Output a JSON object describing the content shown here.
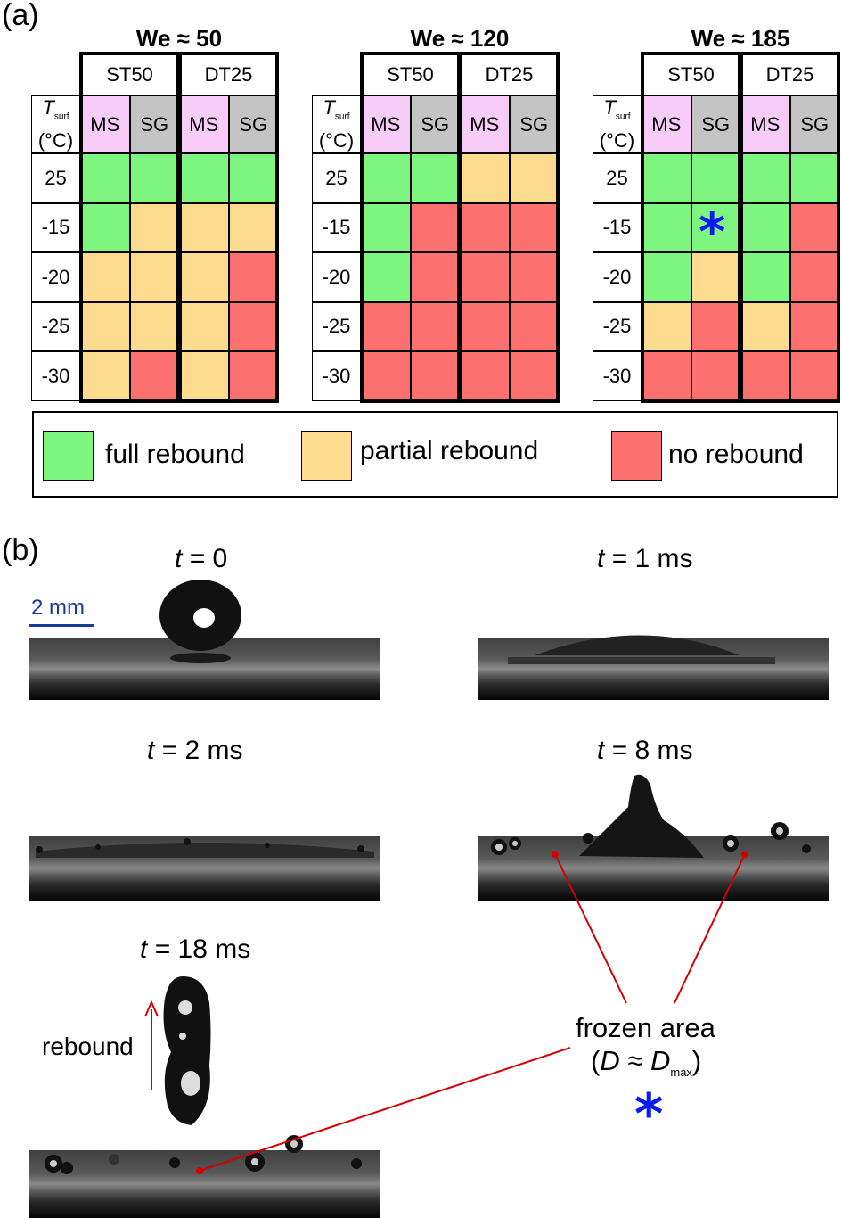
{
  "panel_a": {
    "label": "(a)",
    "row_header_t": "T",
    "row_header_sub": "surf",
    "row_header_unit": "(°C)",
    "rows": [
      "25",
      "-15",
      "-20",
      "-25",
      "-30"
    ],
    "tables": [
      {
        "title": "We ≈ 50",
        "groups": [
          "ST50",
          "DT25"
        ],
        "cols": [
          "MS",
          "SG",
          "MS",
          "SG"
        ],
        "cells": [
          [
            "full",
            "full",
            "full",
            "full"
          ],
          [
            "full",
            "partial",
            "partial",
            "partial"
          ],
          [
            "partial",
            "partial",
            "partial",
            "none"
          ],
          [
            "partial",
            "partial",
            "partial",
            "none"
          ],
          [
            "partial",
            "none",
            "partial",
            "none"
          ]
        ]
      },
      {
        "title": "We ≈ 120",
        "groups": [
          "ST50",
          "DT25"
        ],
        "cols": [
          "MS",
          "SG",
          "MS",
          "SG"
        ],
        "cells": [
          [
            "full",
            "full",
            "partial",
            "partial"
          ],
          [
            "full",
            "none",
            "none",
            "none"
          ],
          [
            "full",
            "none",
            "none",
            "none"
          ],
          [
            "none",
            "none",
            "none",
            "none"
          ],
          [
            "none",
            "none",
            "none",
            "none"
          ]
        ]
      },
      {
        "title": "We ≈ 185",
        "groups": [
          "ST50",
          "DT25"
        ],
        "cols": [
          "MS",
          "SG",
          "MS",
          "SG"
        ],
        "cells": [
          [
            "full",
            "full",
            "full",
            "full"
          ],
          [
            "full",
            "full",
            "full",
            "none"
          ],
          [
            "full",
            "partial",
            "full",
            "none"
          ],
          [
            "partial",
            "none",
            "partial",
            "none"
          ],
          [
            "none",
            "none",
            "none",
            "none"
          ]
        ]
      }
    ],
    "star_symbol": "*",
    "colors": {
      "full": "#7ef57e",
      "partial": "#fcdb8f",
      "none": "#fc7070",
      "MS": "#f8ccf8",
      "SG": "#c4c4c4",
      "star": "#0a1aee",
      "annotation": "#d40000",
      "scale_bar": "#1a3a9a"
    },
    "legend": {
      "full": "full rebound",
      "partial": "partial rebound",
      "none": "no rebound"
    }
  },
  "panel_b": {
    "label": "(b)",
    "t_var": "t",
    "times": [
      "= 0",
      "= 1 ms",
      "= 2 ms",
      "= 8 ms",
      "= 18 ms"
    ],
    "scale_bar": "2 mm",
    "rebound_label": "rebound",
    "frozen_area_label": "frozen area",
    "frozen_area_paren_open": "(",
    "frozen_area_D": "D",
    "frozen_area_approx": " ≈ ",
    "frozen_area_Dmax": "D",
    "frozen_area_max_sub": "max",
    "frozen_area_paren_close": ")"
  }
}
